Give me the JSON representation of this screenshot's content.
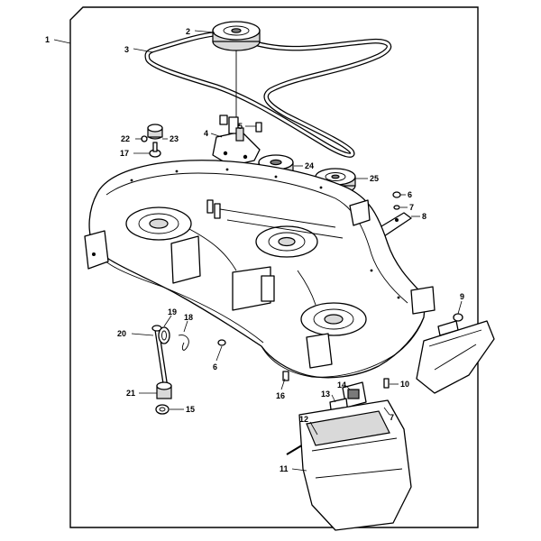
{
  "callouts": [
    "1",
    "2",
    "3",
    "4",
    "5",
    "22",
    "23",
    "17",
    "24",
    "25",
    "6",
    "7",
    "8",
    "9",
    "19",
    "18",
    "20",
    "6",
    "21",
    "15",
    "16",
    "13",
    "14",
    "10",
    "12",
    "7",
    "11"
  ],
  "diagram": {
    "line_color": "#000000",
    "background": "#ffffff",
    "shade_color": "#d9d9d9"
  }
}
